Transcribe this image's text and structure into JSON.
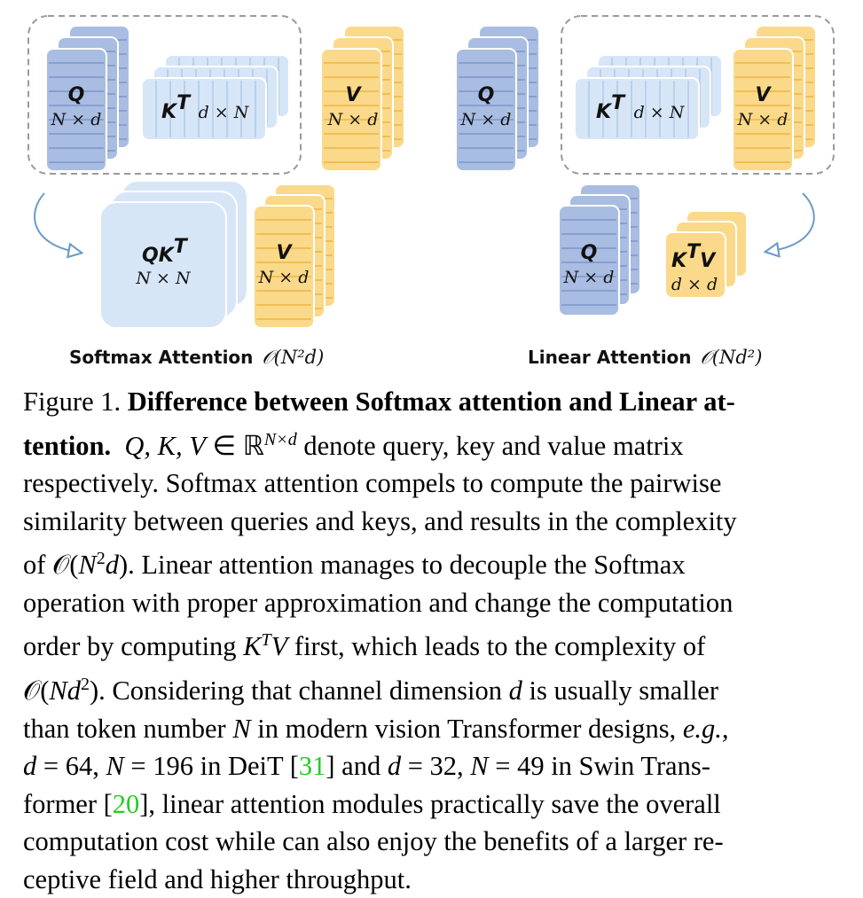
{
  "figure": {
    "labels": {
      "q": "Q",
      "kt": "K",
      "kt_sup": "T",
      "v": "V",
      "qkt": "QK",
      "qkt_sup": "T",
      "ktv_k": "K",
      "ktv_sup": "T",
      "ktv_v": "V",
      "n_by_d": "N × d",
      "d_by_n": "d × N",
      "n_by_n": "N × N",
      "d_by_d": "d × d"
    },
    "softmax_title": "Softmax Attention",
    "softmax_complexity": "𝒪(N²d)",
    "linear_title": "Linear Attention",
    "linear_complexity": "𝒪(Nd²)",
    "colors": {
      "q_fill": "#a9bde2",
      "q_line": "#7d95c9",
      "k_fill": "#d7e6f7",
      "k_line": "#aec6e6",
      "v_fill": "#fbd98a",
      "v_line": "#eeb542",
      "qkt_fill": "#d7e6f7",
      "ktv_fill": "#fbd98a",
      "arrow": "#6a9bc8",
      "dashed": "#9a9a9a"
    }
  },
  "caption": {
    "figure_no": "Figure 1. ",
    "bold_1": "Difference between Softmax attention and Linear at-",
    "bold_2": "tention.",
    "l2_math": "Q, K, V",
    "l2_in": " ∈ ℝ",
    "l2_sup": "N×d",
    "l2_rest": " denote query, key and value matrix",
    "l3": "respectively. Softmax attention compels to compute the pairwise",
    "l4": "similarity between queries and keys, and results in the complexity",
    "l5_a": "of 𝒪(",
    "l5_n": "N",
    "l5_sup": "2",
    "l5_d": "d",
    "l5_b": "). Linear attention manages to decouple the Softmax",
    "l6": "operation with proper approximation and change the computation",
    "l7_a": "order by computing ",
    "l7_k": "K",
    "l7_sup": "T",
    "l7_v": "V",
    "l7_b": " first, which leads to the complexity of",
    "l8_a": "𝒪(",
    "l8_nd": "Nd",
    "l8_sup": "2",
    "l8_b": "). Considering that channel dimension ",
    "l8_d": "d",
    "l8_c": " is usually smaller",
    "l9_a": "than token number ",
    "l9_n": "N",
    "l9_b": " in modern vision Transformer designs, ",
    "l9_eg": "e.g.,",
    "l10_d": "d",
    "l10_a": " = 64, ",
    "l10_n": "N",
    "l10_b": " = 196 in DeiT [",
    "l10_ref1": "31",
    "l10_c": "] and ",
    "l10_d2": "d",
    "l10_e": " = 32, ",
    "l10_n2": "N",
    "l10_f": " = 49 in Swin Trans-",
    "l11_a": "former [",
    "l11_ref": "20",
    "l11_b": "], linear attention modules practically save the overall",
    "l12": "computation cost while can also enjoy the benefits of a larger re-",
    "l13": "ceptive field and higher throughput."
  }
}
